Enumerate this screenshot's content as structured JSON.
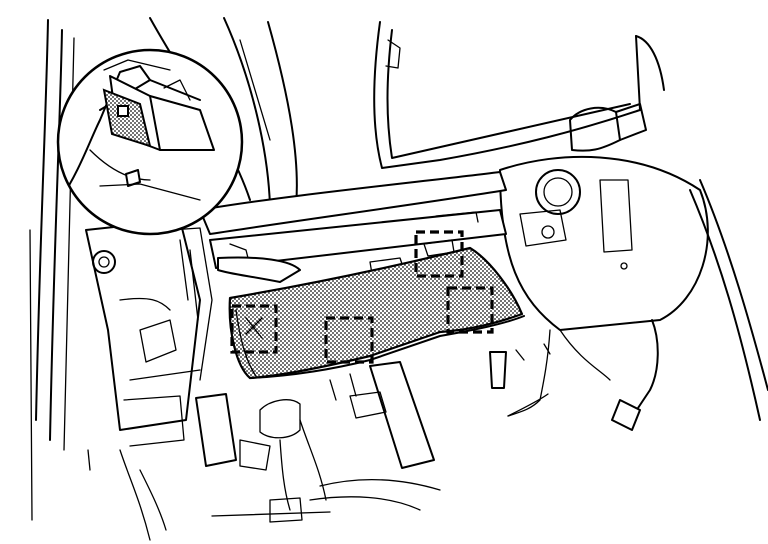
{
  "diagram": {
    "colors": {
      "line": "#000000",
      "background": "#ffffff",
      "stipple": "#000000"
    },
    "clip_markers": [
      {
        "id": "clip-1"
      },
      {
        "id": "clip-2"
      },
      {
        "id": "clip-3"
      },
      {
        "id": "clip-4"
      },
      {
        "id": "clip-5"
      }
    ],
    "detail_view": {
      "shows": "clip-detail"
    }
  }
}
